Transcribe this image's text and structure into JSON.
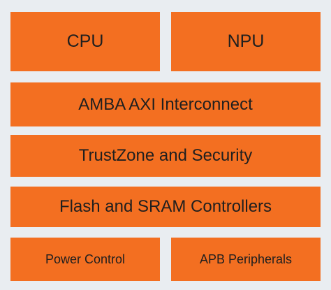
{
  "colors": {
    "background": "#e9edf1",
    "block_fill": "#f36f21",
    "block_text": "#1f1f1f"
  },
  "blocks": {
    "cpu": "CPU",
    "npu": "NPU",
    "interconnect": "AMBA AXI Interconnect",
    "security": "TrustZone and Security",
    "memory": "Flash and SRAM Controllers",
    "power": "Power Control",
    "peripherals": "APB Peripherals"
  }
}
